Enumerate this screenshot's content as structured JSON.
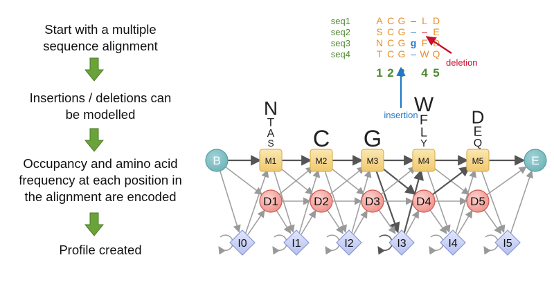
{
  "steps": [
    {
      "line1": "Start with a multiple",
      "line2": "sequence alignment"
    },
    {
      "line1": "Insertions / deletions can",
      "line2": "be modelled"
    },
    {
      "line1": "Occupancy and amino acid",
      "line2": "frequency at each position in",
      "line3": "the alignment are encoded"
    },
    {
      "line1": "Profile created"
    }
  ],
  "alignment": {
    "rows": [
      {
        "name": "seq1",
        "cells": [
          "A",
          "C",
          "G",
          "–",
          "L",
          "D"
        ]
      },
      {
        "name": "seq2",
        "cells": [
          "S",
          "C",
          "G",
          "–",
          "–",
          "E"
        ]
      },
      {
        "name": "seq3",
        "cells": [
          "N",
          "C",
          "G",
          "g",
          "F",
          "D"
        ]
      },
      {
        "name": "seq4",
        "cells": [
          "T",
          "C",
          "G",
          "–",
          "W",
          "Q"
        ]
      }
    ],
    "positions": [
      "1",
      "2",
      "3",
      "",
      "4",
      "5"
    ],
    "deletion_label": "deletion",
    "insertion_label": "insertion"
  },
  "hmm": {
    "begin": "B",
    "end": "E",
    "match_states": [
      "M1",
      "M2",
      "M3",
      "M4",
      "M5"
    ],
    "delete_states": [
      "D1",
      "D2",
      "D3",
      "D4",
      "D5"
    ],
    "insert_states": [
      "I0",
      "I1",
      "I2",
      "I3",
      "I4",
      "I5"
    ],
    "emissions": [
      [
        "N",
        "T",
        "A",
        "S"
      ],
      [
        "C"
      ],
      [
        "G"
      ],
      [
        "W",
        "F",
        "L",
        "Y"
      ],
      [
        "D",
        "E",
        "Q"
      ]
    ]
  },
  "colors": {
    "arrow_green": "#6aa33a",
    "seq_name": "#4e8a2e",
    "residue": "#e8902a",
    "insertion": "#1f78c8",
    "deletion": "#c8102e",
    "begin_end": "#7fbfc4",
    "match": "#f5d88f",
    "delete": "#f4a9a4",
    "insert": "#c9d2f5"
  }
}
